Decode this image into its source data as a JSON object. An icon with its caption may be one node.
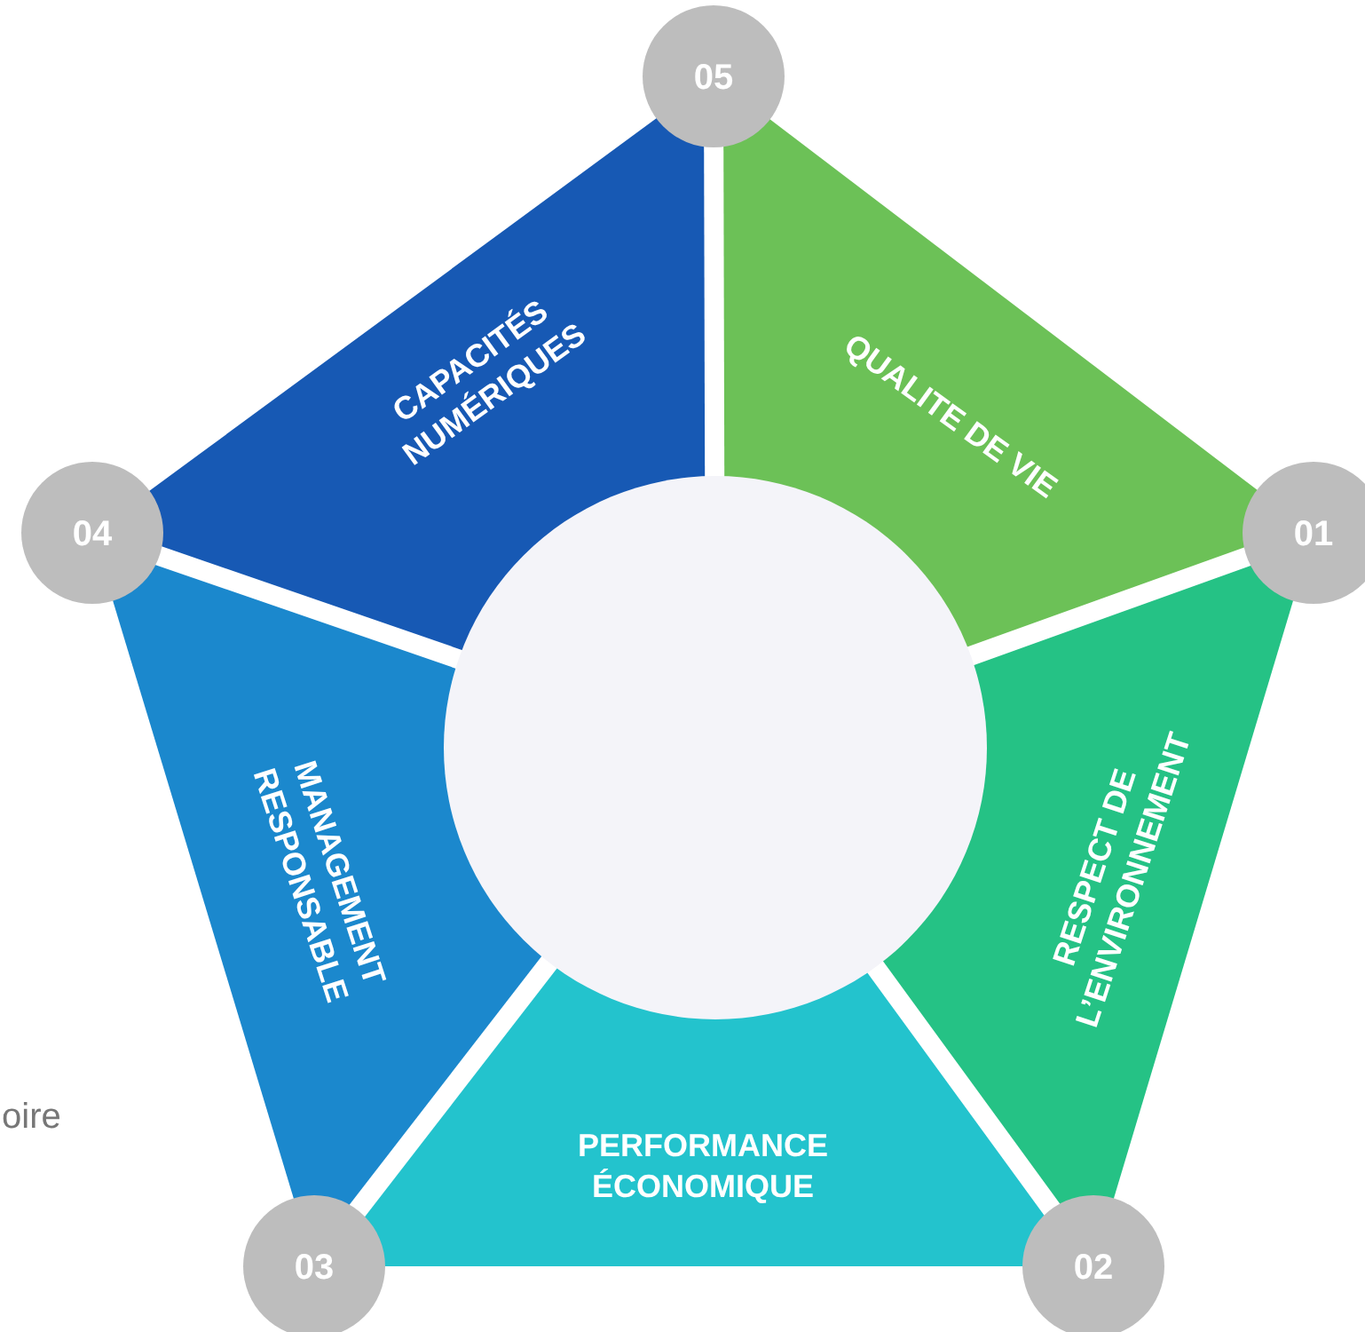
{
  "diagram": {
    "nodes": [
      {
        "text": [
          "05"
        ]
      },
      {
        "text": [
          "CAPACITÉS NUMÉRIQUES"
        ]
      },
      {
        "text": [
          "QUALITE DE VIE"
        ]
      },
      {
        "text": [
          "04"
        ]
      },
      {
        "text": [
          "01"
        ]
      },
      {
        "text": [],
        "shape": "circle"
      },
      {
        "text": [
          "MANAGEMENT RESPONSABLE"
        ]
      },
      {
        "text": [
          "RESPECT DE L’ENVIRONNEMENT"
        ]
      },
      {
        "text": [
          "PERFORMANCE ÉCONOMIQUE"
        ]
      },
      {
        "text": [
          "03"
        ]
      },
      {
        "text": [
          "02"
        ]
      }
    ],
    "labels": [
      "oire"
    ]
  }
}
